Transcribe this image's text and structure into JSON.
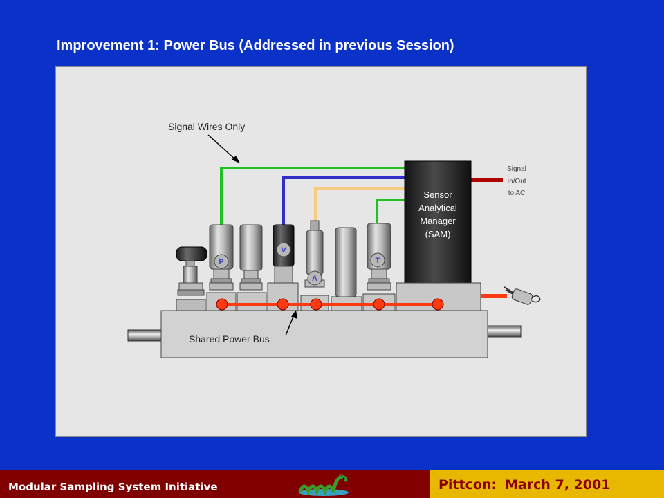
{
  "slide": {
    "title": "Improvement 1:  Power Bus  (Addressed in previous Session)"
  },
  "diagram": {
    "signal_wires_label": "Signal Wires Only",
    "shared_power_bus_label": "Shared Power Bus",
    "sam_label": [
      "Sensor",
      "Analytical",
      "Manager",
      "(SAM)"
    ],
    "signal_io_label": [
      "Signal",
      "In/Out",
      "to AC"
    ],
    "component_badges": [
      "P",
      "V",
      "A",
      "T"
    ],
    "wire_colors": {
      "green": "#22c022",
      "blue": "#3030c8",
      "tan": "#f5cc80",
      "signal_red": "#b00000",
      "power_bus": "#ff3a10"
    }
  },
  "footer": {
    "left_text": "Modular Sampling System Initiative",
    "right_label": "Pittcon:",
    "right_date": "March 7, 2001",
    "logo_icon": "sea-serpent-logo-icon",
    "colors": {
      "left_bg": "#800000",
      "right_bg": "#e8b800",
      "right_text": "#8a0000"
    }
  }
}
